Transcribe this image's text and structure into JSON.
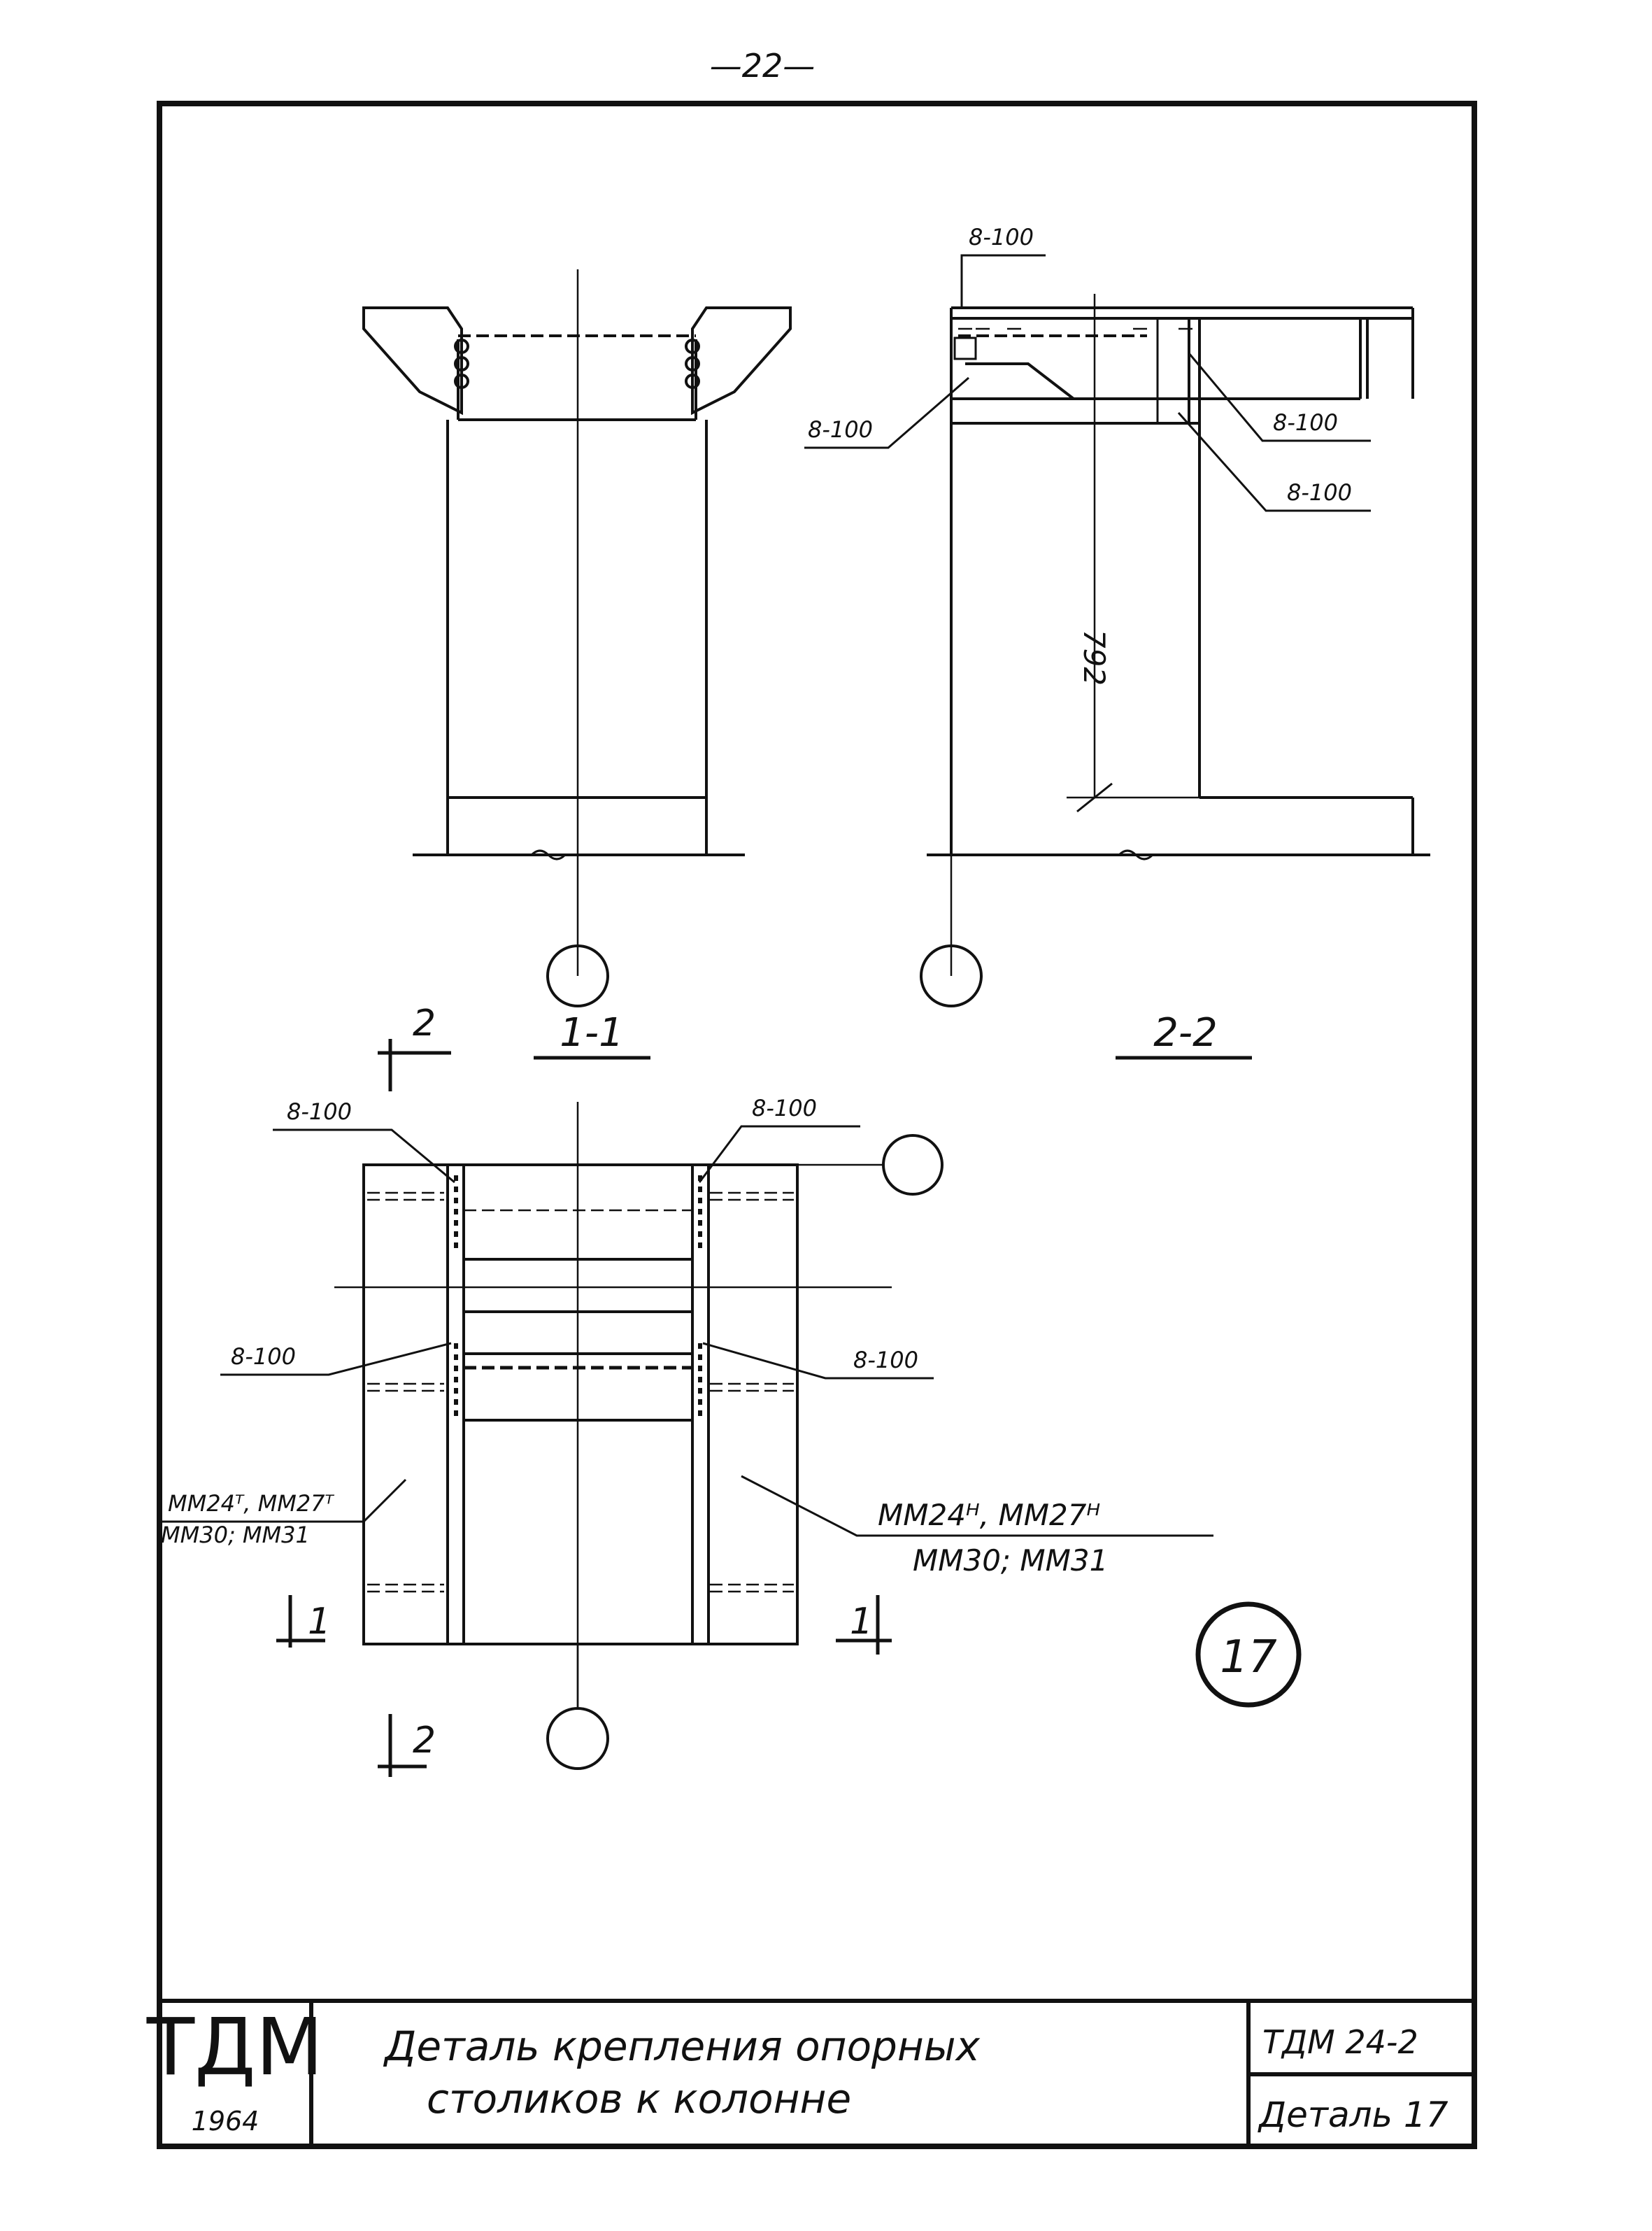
{
  "page_number": "—22—",
  "views": {
    "section_1": {
      "label": "1-1",
      "cut_marker": "2"
    },
    "section_2": {
      "label": "2-2"
    },
    "plan": {
      "cut_1_left": "1",
      "cut_1_right": "1",
      "cut_2_bottom": "2"
    }
  },
  "callouts": {
    "s2_top": "8-100",
    "s2_left": "8-100",
    "s2_right_upper": "8-100",
    "s2_right_lower": "8-100",
    "plan_top_left": "8-100",
    "plan_top_right": "8-100",
    "plan_mid_left": "8-100",
    "plan_mid_right": "8-100"
  },
  "dimension": {
    "height": "792"
  },
  "marks": {
    "left_line1": "MM24ᵀ, MM27ᵀ",
    "left_line2": "MM30; MM31",
    "right_line1": "MM24ᴴ, MM27ᴴ",
    "right_line2": "MM30; MM31"
  },
  "detail_number": "17",
  "title_block": {
    "org": "ТДМ",
    "year": "1964",
    "title_line1": "Деталь крепления опорных",
    "title_line2": "столиков к колонне",
    "doc_code": "ТДМ 24-2",
    "sheet_label": "Деталь 17"
  }
}
